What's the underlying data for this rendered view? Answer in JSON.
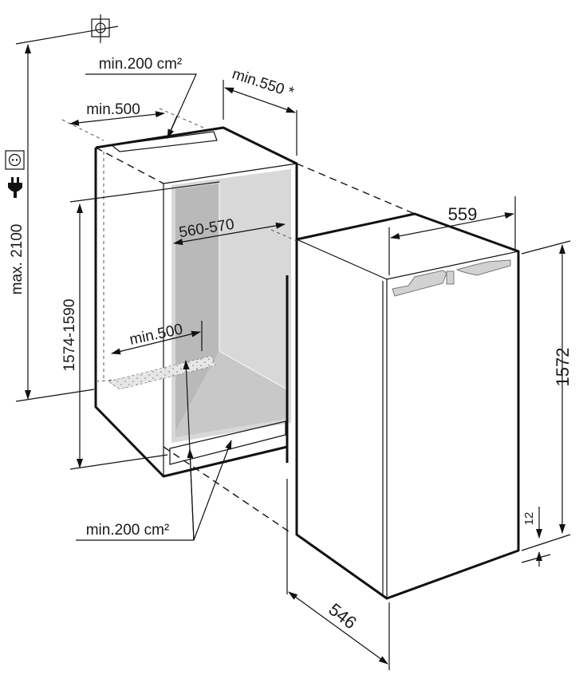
{
  "diagram": {
    "labels": {
      "top_vent_area": "min.200 cm²",
      "depth_min": "min.550 *",
      "top_vent_width": "min.500",
      "max_height": "max. 2100",
      "niche_height": "1574-1590",
      "niche_width": "560-570",
      "bottom_vent_width": "min.500",
      "bottom_vent_area": "min.200 cm²",
      "appliance_width": "559",
      "appliance_height": "1572",
      "plinth_offset": "12",
      "appliance_depth": "546"
    },
    "icons": [
      "crosshair-icon",
      "power-socket-icon",
      "power-plug-icon"
    ],
    "colors": {
      "line": "#111111",
      "interior": "#d6d6d6",
      "interior_dark": "#b8b8b8",
      "vent": "#e4e4e4"
    }
  }
}
